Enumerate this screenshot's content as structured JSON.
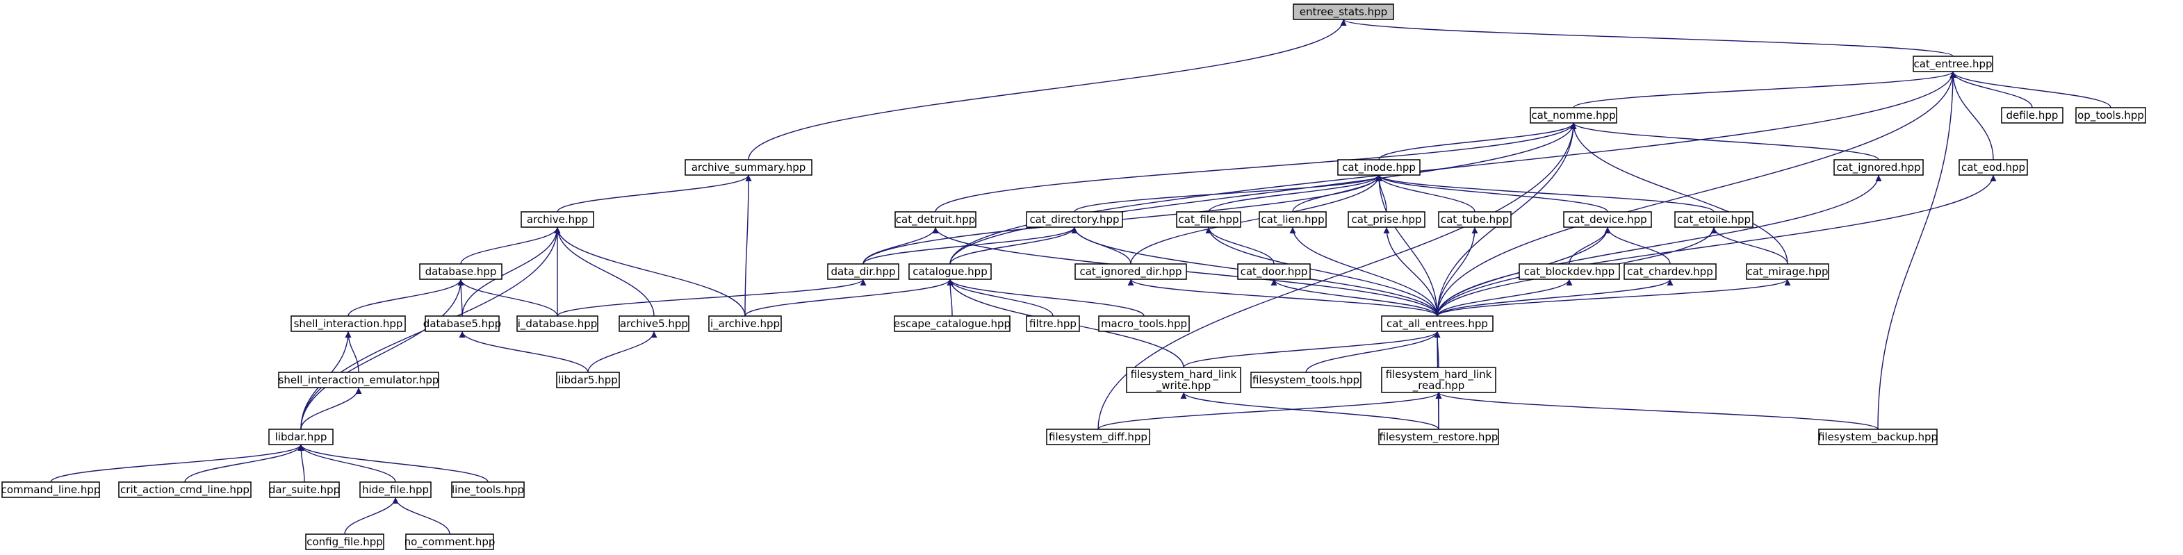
{
  "diagram": {
    "style": {
      "edge_color": "#191970",
      "root_fill": "#bfbfbf",
      "node_fill": "#ffffff"
    },
    "nodes": [
      {
        "id": "entree_stats",
        "label": "entree_stats.hpp",
        "root": true
      },
      {
        "id": "cat_entree",
        "label": "cat_entree.hpp"
      },
      {
        "id": "archive_summary",
        "label": "archive_summary.hpp"
      },
      {
        "id": "cat_nomme",
        "label": "cat_nomme.hpp"
      },
      {
        "id": "defile",
        "label": "defile.hpp"
      },
      {
        "id": "op_tools",
        "label": "op_tools.hpp"
      },
      {
        "id": "cat_eod",
        "label": "cat_eod.hpp"
      },
      {
        "id": "cat_inode",
        "label": "cat_inode.hpp"
      },
      {
        "id": "cat_ignored",
        "label": "cat_ignored.hpp"
      },
      {
        "id": "archive",
        "label": "archive.hpp"
      },
      {
        "id": "cat_detruit",
        "label": "cat_detruit.hpp"
      },
      {
        "id": "cat_directory",
        "label": "cat_directory.hpp"
      },
      {
        "id": "cat_file",
        "label": "cat_file.hpp"
      },
      {
        "id": "cat_lien",
        "label": "cat_lien.hpp"
      },
      {
        "id": "cat_prise",
        "label": "cat_prise.hpp"
      },
      {
        "id": "cat_tube",
        "label": "cat_tube.hpp"
      },
      {
        "id": "cat_device",
        "label": "cat_device.hpp"
      },
      {
        "id": "cat_etoile",
        "label": "cat_etoile.hpp"
      },
      {
        "id": "database",
        "label": "database.hpp"
      },
      {
        "id": "data_dir",
        "label": "data_dir.hpp"
      },
      {
        "id": "catalogue",
        "label": "catalogue.hpp"
      },
      {
        "id": "cat_ignored_dir",
        "label": "cat_ignored_dir.hpp"
      },
      {
        "id": "cat_door",
        "label": "cat_door.hpp"
      },
      {
        "id": "cat_blockdev",
        "label": "cat_blockdev.hpp"
      },
      {
        "id": "cat_chardev",
        "label": "cat_chardev.hpp"
      },
      {
        "id": "cat_mirage",
        "label": "cat_mirage.hpp"
      },
      {
        "id": "shell_interaction",
        "label": "shell_interaction.hpp"
      },
      {
        "id": "database5",
        "label": "database5.hpp"
      },
      {
        "id": "i_database",
        "label": "i_database.hpp"
      },
      {
        "id": "archive5",
        "label": "archive5.hpp"
      },
      {
        "id": "i_archive",
        "label": "i_archive.hpp"
      },
      {
        "id": "escape_catalogue",
        "label": "escape_catalogue.hpp"
      },
      {
        "id": "filtre",
        "label": "filtre.hpp"
      },
      {
        "id": "macro_tools",
        "label": "macro_tools.hpp"
      },
      {
        "id": "cat_all_entrees",
        "label": "cat_all_entrees.hpp"
      },
      {
        "id": "shell_interaction_emulator",
        "label": "shell_interaction_emulator.hpp"
      },
      {
        "id": "libdar5",
        "label": "libdar5.hpp"
      },
      {
        "id": "fs_hl_write",
        "label": "filesystem_hard_link\n_write.hpp"
      },
      {
        "id": "filesystem_tools",
        "label": "filesystem_tools.hpp"
      },
      {
        "id": "fs_hl_read",
        "label": "filesystem_hard_link\n_read.hpp"
      },
      {
        "id": "libdar",
        "label": "libdar.hpp"
      },
      {
        "id": "filesystem_diff",
        "label": "filesystem_diff.hpp"
      },
      {
        "id": "filesystem_restore",
        "label": "filesystem_restore.hpp"
      },
      {
        "id": "filesystem_backup",
        "label": "filesystem_backup.hpp"
      },
      {
        "id": "command_line",
        "label": "command_line.hpp"
      },
      {
        "id": "crit_action_cmd_line",
        "label": "crit_action_cmd_line.hpp"
      },
      {
        "id": "dar_suite",
        "label": "dar_suite.hpp"
      },
      {
        "id": "hide_file",
        "label": "hide_file.hpp"
      },
      {
        "id": "line_tools",
        "label": "line_tools.hpp"
      },
      {
        "id": "config_file",
        "label": "config_file.hpp"
      },
      {
        "id": "no_comment",
        "label": "no_comment.hpp"
      }
    ],
    "edges": [
      [
        "cat_entree",
        "entree_stats"
      ],
      [
        "archive_summary",
        "entree_stats"
      ],
      [
        "cat_nomme",
        "cat_entree"
      ],
      [
        "defile",
        "cat_entree"
      ],
      [
        "op_tools",
        "cat_entree"
      ],
      [
        "cat_eod",
        "cat_entree"
      ],
      [
        "catalogue",
        "cat_entree"
      ],
      [
        "cat_all_entrees",
        "cat_entree"
      ],
      [
        "filesystem_backup",
        "cat_entree"
      ],
      [
        "archive",
        "archive_summary"
      ],
      [
        "i_archive",
        "archive_summary"
      ],
      [
        "cat_inode",
        "cat_nomme"
      ],
      [
        "cat_ignored",
        "cat_nomme"
      ],
      [
        "cat_detruit",
        "cat_nomme"
      ],
      [
        "catalogue",
        "cat_nomme"
      ],
      [
        "cat_mirage",
        "cat_nomme"
      ],
      [
        "cat_all_entrees",
        "cat_nomme"
      ],
      [
        "filesystem_diff",
        "cat_nomme"
      ],
      [
        "cat_all_entrees",
        "cat_eod"
      ],
      [
        "cat_all_entrees",
        "cat_ignored"
      ],
      [
        "cat_directory",
        "cat_inode"
      ],
      [
        "cat_file",
        "cat_inode"
      ],
      [
        "cat_lien",
        "cat_inode"
      ],
      [
        "cat_prise",
        "cat_inode"
      ],
      [
        "cat_tube",
        "cat_inode"
      ],
      [
        "cat_device",
        "cat_inode"
      ],
      [
        "cat_etoile",
        "cat_inode"
      ],
      [
        "data_dir",
        "cat_inode"
      ],
      [
        "cat_ignored_dir",
        "cat_inode"
      ],
      [
        "cat_all_entrees",
        "cat_inode"
      ],
      [
        "database",
        "archive"
      ],
      [
        "database5",
        "archive"
      ],
      [
        "i_database",
        "archive"
      ],
      [
        "archive5",
        "archive"
      ],
      [
        "i_archive",
        "archive"
      ],
      [
        "libdar",
        "archive"
      ],
      [
        "data_dir",
        "cat_detruit"
      ],
      [
        "cat_all_entrees",
        "cat_detruit"
      ],
      [
        "data_dir",
        "cat_directory"
      ],
      [
        "catalogue",
        "cat_directory"
      ],
      [
        "cat_ignored_dir",
        "cat_directory"
      ],
      [
        "cat_all_entrees",
        "cat_directory"
      ],
      [
        "cat_door",
        "cat_file"
      ],
      [
        "cat_all_entrees",
        "cat_file"
      ],
      [
        "cat_all_entrees",
        "cat_lien"
      ],
      [
        "cat_all_entrees",
        "cat_prise"
      ],
      [
        "cat_all_entrees",
        "cat_tube"
      ],
      [
        "cat_blockdev",
        "cat_device"
      ],
      [
        "cat_chardev",
        "cat_device"
      ],
      [
        "cat_all_entrees",
        "cat_device"
      ],
      [
        "cat_mirage",
        "cat_etoile"
      ],
      [
        "cat_all_entrees",
        "cat_etoile"
      ],
      [
        "shell_interaction",
        "database"
      ],
      [
        "database5",
        "database"
      ],
      [
        "i_database",
        "database"
      ],
      [
        "libdar",
        "database"
      ],
      [
        "i_database",
        "data_dir"
      ],
      [
        "escape_catalogue",
        "catalogue"
      ],
      [
        "filtre",
        "catalogue"
      ],
      [
        "macro_tools",
        "catalogue"
      ],
      [
        "i_archive",
        "catalogue"
      ],
      [
        "fs_hl_write",
        "catalogue"
      ],
      [
        "cat_all_entrees",
        "cat_ignored_dir"
      ],
      [
        "cat_all_entrees",
        "cat_door"
      ],
      [
        "cat_all_entrees",
        "cat_blockdev"
      ],
      [
        "cat_all_entrees",
        "cat_chardev"
      ],
      [
        "cat_all_entrees",
        "cat_mirage"
      ],
      [
        "shell_interaction_emulator",
        "shell_interaction"
      ],
      [
        "libdar",
        "shell_interaction"
      ],
      [
        "libdar5",
        "database5"
      ],
      [
        "libdar5",
        "archive5"
      ],
      [
        "fs_hl_write",
        "cat_all_entrees"
      ],
      [
        "filesystem_tools",
        "cat_all_entrees"
      ],
      [
        "fs_hl_read",
        "cat_all_entrees"
      ],
      [
        "filesystem_restore",
        "cat_all_entrees"
      ],
      [
        "libdar",
        "shell_interaction_emulator"
      ],
      [
        "filesystem_restore",
        "fs_hl_write"
      ],
      [
        "filesystem_diff",
        "fs_hl_read"
      ],
      [
        "filesystem_restore",
        "fs_hl_read"
      ],
      [
        "filesystem_backup",
        "fs_hl_read"
      ],
      [
        "command_line",
        "libdar"
      ],
      [
        "crit_action_cmd_line",
        "libdar"
      ],
      [
        "dar_suite",
        "libdar"
      ],
      [
        "hide_file",
        "libdar"
      ],
      [
        "line_tools",
        "libdar"
      ],
      [
        "config_file",
        "hide_file"
      ],
      [
        "no_comment",
        "hide_file"
      ]
    ]
  }
}
